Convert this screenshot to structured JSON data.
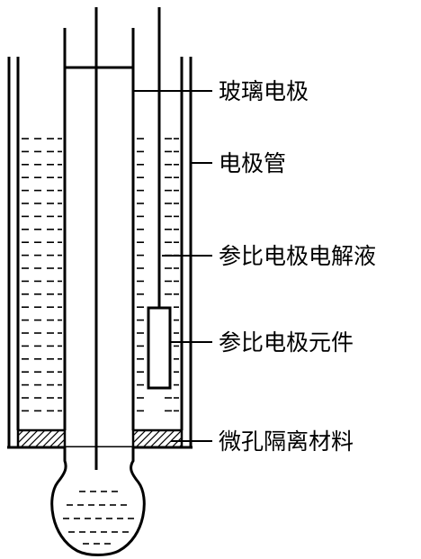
{
  "labels": {
    "glass_electrode": "玻璃电极",
    "electrode_tube": "电极管",
    "reference_electrolyte": "参比电极电解液",
    "reference_element": "参比电极元件",
    "microporous_material": "微孔隔离材料"
  },
  "colors": {
    "stroke": "#000000",
    "background": "#ffffff"
  }
}
